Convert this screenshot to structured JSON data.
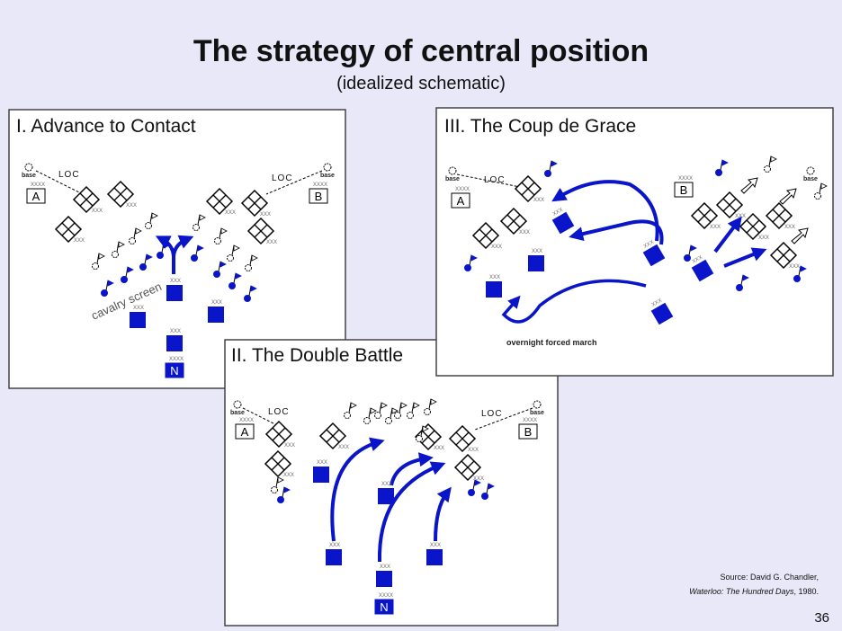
{
  "slide": {
    "title": "The strategy of central position",
    "subtitle": "(idealized schematic)",
    "page_number": "36"
  },
  "panels": {
    "advance": {
      "title": "I. Advance to Contact",
      "annotation": "cavalry screen"
    },
    "double": {
      "title": "II. The Double Battle"
    },
    "coup": {
      "title": "III. The Coup de Grace",
      "annotation": "overnight forced march"
    }
  },
  "labels": {
    "base": "base",
    "loc": "LOC",
    "army_a": "A",
    "army_b": "B",
    "army_n": "N",
    "army_echelon": "XXXX",
    "corps_echelon": "XXX"
  },
  "source": {
    "line1": "Source: David G. Chandler,",
    "book": "Waterloo: The Hundred Days",
    "year": ", 1980."
  },
  "colors": {
    "friendly": "#0a14c8",
    "background": "#e8e8f8"
  }
}
